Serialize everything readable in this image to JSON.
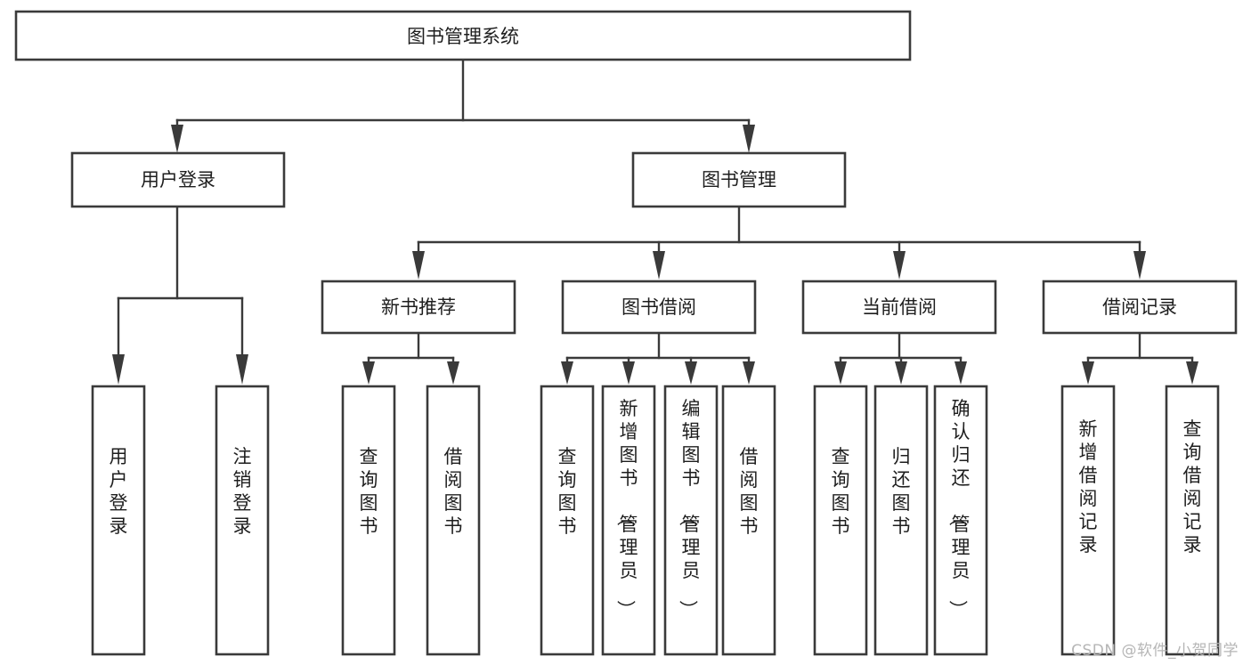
{
  "diagram": {
    "type": "tree-hierarchy-chart",
    "title": "图书管理系统",
    "watermark": "CSDN @软件_小贺同学",
    "colors": {
      "stroke": "#3a3a3a",
      "fill": "#ffffff",
      "text": "#1e1e1e",
      "watermark": "#b6b6b6",
      "background": "#ffffff"
    },
    "nodes": {
      "root": {
        "label": "图书管理系统",
        "orientation": "horizontal"
      },
      "level2": [
        {
          "id": "user-login",
          "label": "用户登录",
          "orientation": "horizontal"
        },
        {
          "id": "book-manage",
          "label": "图书管理",
          "orientation": "horizontal"
        }
      ],
      "level3": [
        {
          "id": "new-book-recommend",
          "label": "新书推荐",
          "orientation": "horizontal"
        },
        {
          "id": "book-borrow",
          "label": "图书借阅",
          "orientation": "horizontal"
        },
        {
          "id": "current-borrow",
          "label": "当前借阅",
          "orientation": "horizontal"
        },
        {
          "id": "borrow-record",
          "label": "借阅记录",
          "orientation": "horizontal"
        }
      ],
      "leaves": {
        "user-login": [
          {
            "id": "leaf-user-login",
            "label": "用户登录",
            "orientation": "vertical"
          },
          {
            "id": "leaf-logout",
            "label": "注销登录",
            "orientation": "vertical"
          }
        ],
        "new-book-recommend": [
          {
            "id": "leaf-query-book-1",
            "label": "查询图书",
            "orientation": "vertical"
          },
          {
            "id": "leaf-borrow-book-1",
            "label": "借阅图书",
            "orientation": "vertical"
          }
        ],
        "book-borrow": [
          {
            "id": "leaf-query-book-2",
            "label": "查询图书",
            "orientation": "vertical"
          },
          {
            "id": "leaf-add-book",
            "label": "新增图书（管理员）",
            "orientation": "vertical"
          },
          {
            "id": "leaf-edit-book",
            "label": "编辑图书（管理员）",
            "orientation": "vertical"
          },
          {
            "id": "leaf-borrow-book-2",
            "label": "借阅图书",
            "orientation": "vertical"
          }
        ],
        "current-borrow": [
          {
            "id": "leaf-query-book-3",
            "label": "查询图书",
            "orientation": "vertical"
          },
          {
            "id": "leaf-return-book",
            "label": "归还图书",
            "orientation": "vertical"
          },
          {
            "id": "leaf-confirm-return",
            "label": "确认归还（管理员）",
            "orientation": "vertical"
          }
        ],
        "borrow-record": [
          {
            "id": "leaf-add-record",
            "label": "新增借阅记录",
            "orientation": "vertical"
          },
          {
            "id": "leaf-query-record",
            "label": "查询借阅记录",
            "orientation": "vertical"
          }
        ]
      }
    }
  }
}
